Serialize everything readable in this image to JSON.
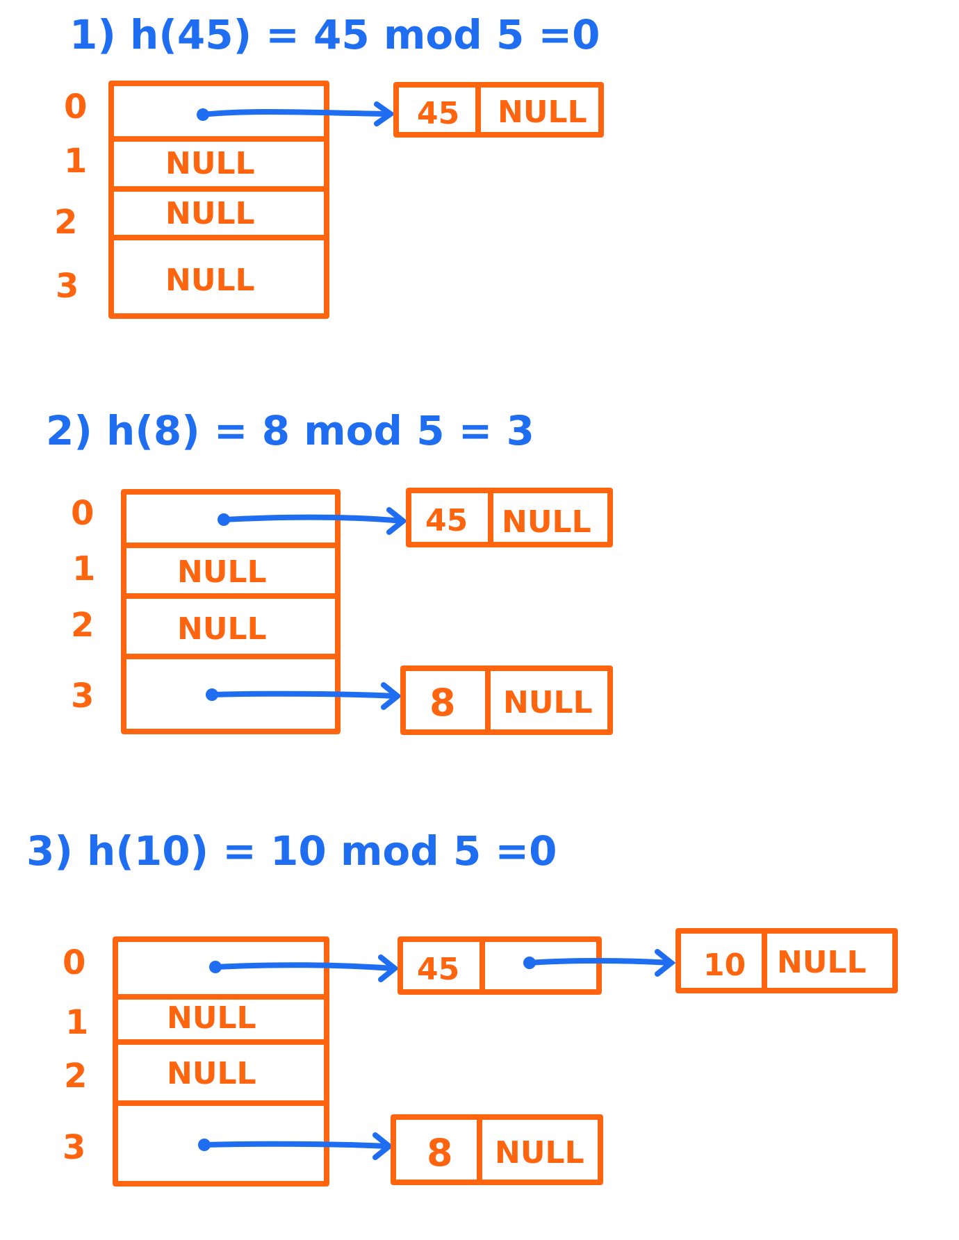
{
  "diagram": {
    "colors": {
      "heading": "#1f6df0",
      "structure": "#ff640f",
      "arrow": "#1f6df0",
      "background": "#ffffff"
    },
    "steps": [
      {
        "heading": "1) h(45) = 45 mod 5 =0",
        "table": {
          "indices": [
            "0",
            "1",
            "2",
            "3"
          ],
          "cells": [
            "",
            "NULL",
            "NULL",
            "NULL"
          ]
        },
        "nodes": [
          {
            "value": "45",
            "next": "NULL"
          }
        ]
      },
      {
        "heading": "2) h(8) = 8 mod 5 = 3",
        "table": {
          "indices": [
            "0",
            "1",
            "2",
            "3"
          ],
          "cells": [
            "",
            "NULL",
            "NULL",
            ""
          ]
        },
        "nodes": [
          {
            "value": "45",
            "next": "NULL"
          },
          {
            "value": "8",
            "next": "NULL"
          }
        ]
      },
      {
        "heading": "3) h(10) = 10 mod 5 =0",
        "table": {
          "indices": [
            "0",
            "1",
            "2",
            "3"
          ],
          "cells": [
            "",
            "NULL",
            "NULL",
            ""
          ]
        },
        "nodes": [
          {
            "value": "45",
            "next": ""
          },
          {
            "value": "10",
            "next": "NULL"
          },
          {
            "value": "8",
            "next": "NULL"
          }
        ]
      }
    ]
  }
}
